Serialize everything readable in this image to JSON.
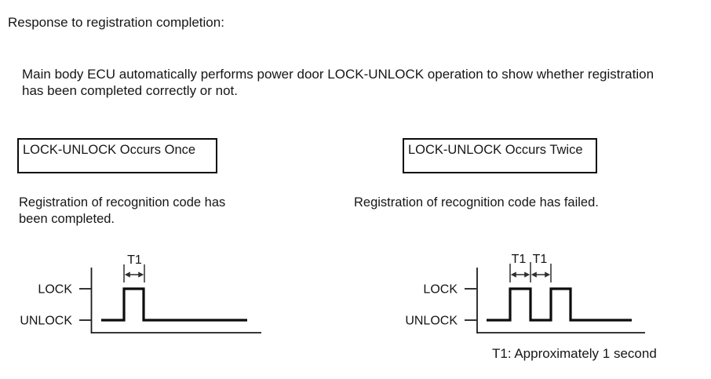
{
  "title": "Response to registration completion:",
  "description": {
    "lines": [
      "Main body ECU automatically performs power door LOCK-UNLOCK operation to show whether registration",
      "has been completed correctly or not."
    ]
  },
  "left": {
    "box_label": "LOCK-UNLOCK Occurs Once",
    "result_lines": [
      "Registration of recognition code has",
      "been completed."
    ],
    "diagram": {
      "high_label": "LOCK",
      "low_label": "UNLOCK",
      "pulse_count": 1,
      "t1_labels": [
        "T1"
      ]
    }
  },
  "right": {
    "box_label": "LOCK-UNLOCK Occurs Twice",
    "result_lines": [
      "Registration of recognition code has failed."
    ],
    "diagram": {
      "high_label": "LOCK",
      "low_label": "UNLOCK",
      "pulse_count": 2,
      "t1_labels": [
        "T1",
        "T1"
      ]
    }
  },
  "t1_note": "T1: Approximately 1 second",
  "colors": {
    "ink": "#141414",
    "background": "#ffffff"
  }
}
